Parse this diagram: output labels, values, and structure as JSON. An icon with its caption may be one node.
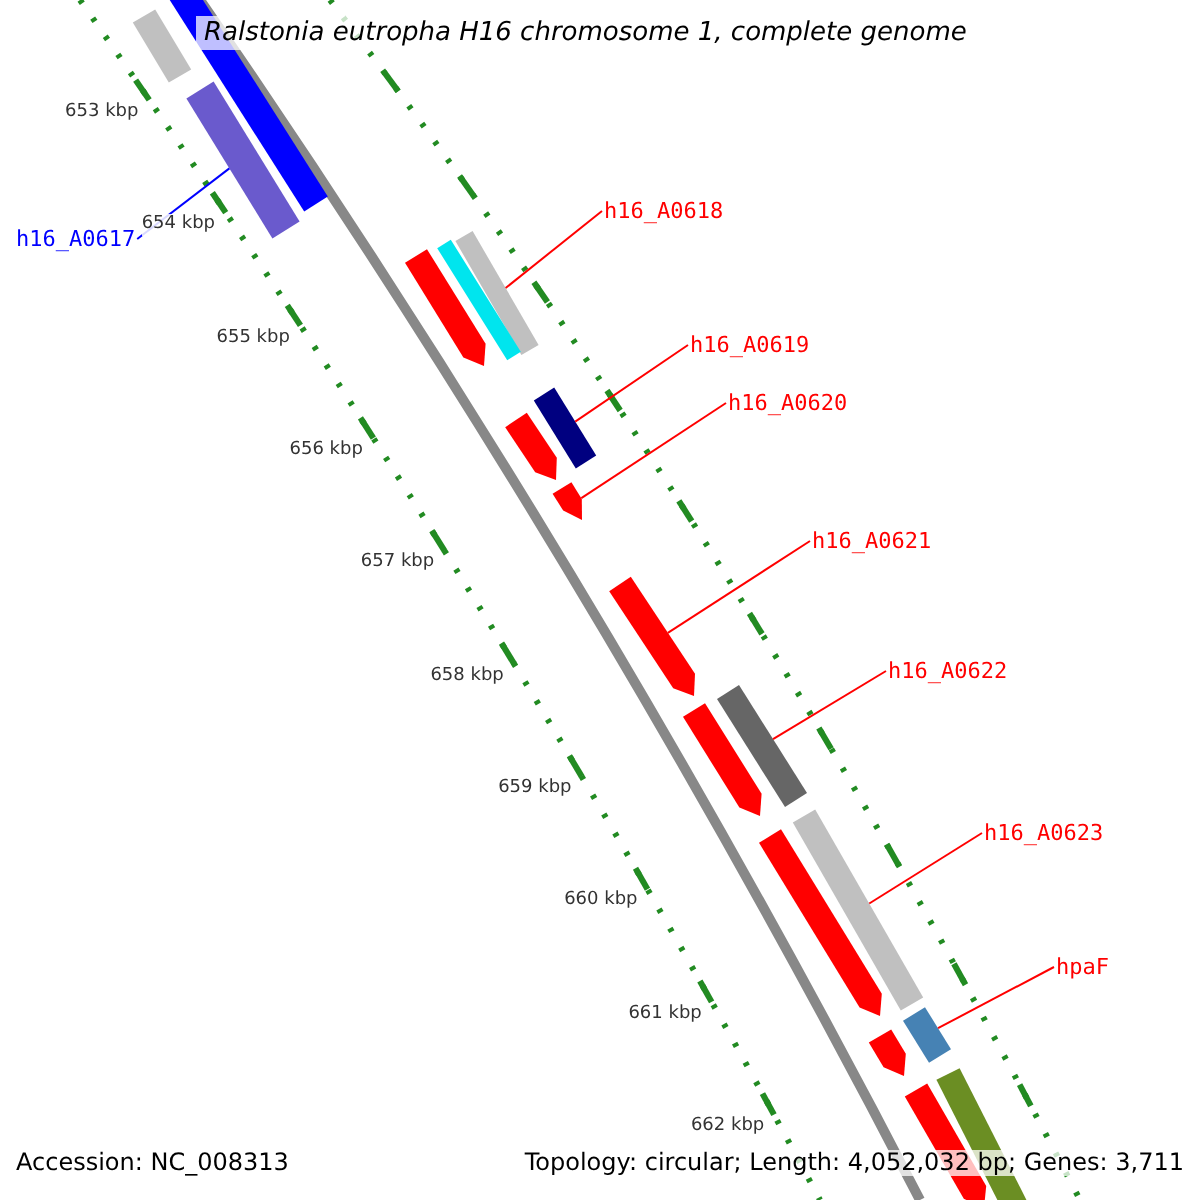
{
  "diagram": {
    "title": "Ralstonia eutropha H16 chromosome 1, complete genome",
    "nodes": [
      {
        "text": [
          "h16_A0617"
        ]
      },
      {
        "text": [],
        "shape": "bar"
      },
      {
        "text": [
          "h16_A0618"
        ]
      },
      {
        "text": [],
        "shape": "bar"
      },
      {
        "text": [
          "h16_A0619"
        ]
      },
      {
        "text": [],
        "shape": "bar"
      },
      {
        "text": [
          "h16_A0620"
        ]
      },
      {
        "text": [],
        "shape": "arrow"
      },
      {
        "text": [
          "h16_A0621"
        ]
      },
      {
        "text": [],
        "shape": "arrow"
      },
      {
        "text": [
          "h16_A0622"
        ]
      },
      {
        "text": [],
        "shape": "bar"
      },
      {
        "text": [
          "h16_A0623"
        ]
      },
      {
        "text": [],
        "shape": "bar"
      },
      {
        "text": [
          "hpaF"
        ]
      },
      {
        "text": [],
        "shape": "bar"
      },
      {
        "text": [],
        "shape": "bar"
      },
      {
        "text": [],
        "shape": "bar"
      },
      {
        "text": [],
        "shape": "arrow"
      },
      {
        "text": [],
        "shape": "bar"
      },
      {
        "text": [],
        "shape": "arrow"
      },
      {
        "text": [],
        "shape": "arrow"
      },
      {
        "text": [],
        "shape": "arrow"
      },
      {
        "text": [],
        "shape": "arrow"
      },
      {
        "text": [],
        "shape": "arrow"
      },
      {
        "text": [],
        "shape": "bar"
      }
    ],
    "edges": [
      {
        "from": 0,
        "to": 1,
        "arrow": "none",
        "color": "#0000ff"
      },
      {
        "from": 2,
        "to": 3,
        "arrow": "none"
      },
      {
        "from": 4,
        "to": 5,
        "arrow": "none"
      },
      {
        "from": 6,
        "to": 7,
        "arrow": "none"
      },
      {
        "from": 8,
        "to": 9,
        "arrow": "none"
      },
      {
        "from": 10,
        "to": 11,
        "arrow": "none"
      },
      {
        "from": 12,
        "to": 13,
        "arrow": "none"
      },
      {
        "from": 14,
        "to": 15,
        "arrow": "none"
      }
    ],
    "labels": [
      "653 kbp",
      "654 kbp",
      "655 kbp",
      "656 kbp",
      "657 kbp",
      "658 kbp",
      "659 kbp",
      "660 kbp",
      "661 kbp",
      "662 kbp",
      "Accession: NC_008313",
      "Topology: circular; Length: 4,052,032 bp; Genes: 3,711"
    ]
  }
}
